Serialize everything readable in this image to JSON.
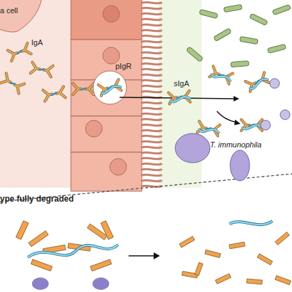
{
  "diagram": {
    "nodes": [
      {
        "text": [
          "a cell"
        ]
      },
      {
        "text": [
          "T. immunophila"
        ]
      }
    ],
    "labels": [
      "IgA",
      "pIgR",
      "sIgA",
      "ype fully degraded"
    ]
  }
}
